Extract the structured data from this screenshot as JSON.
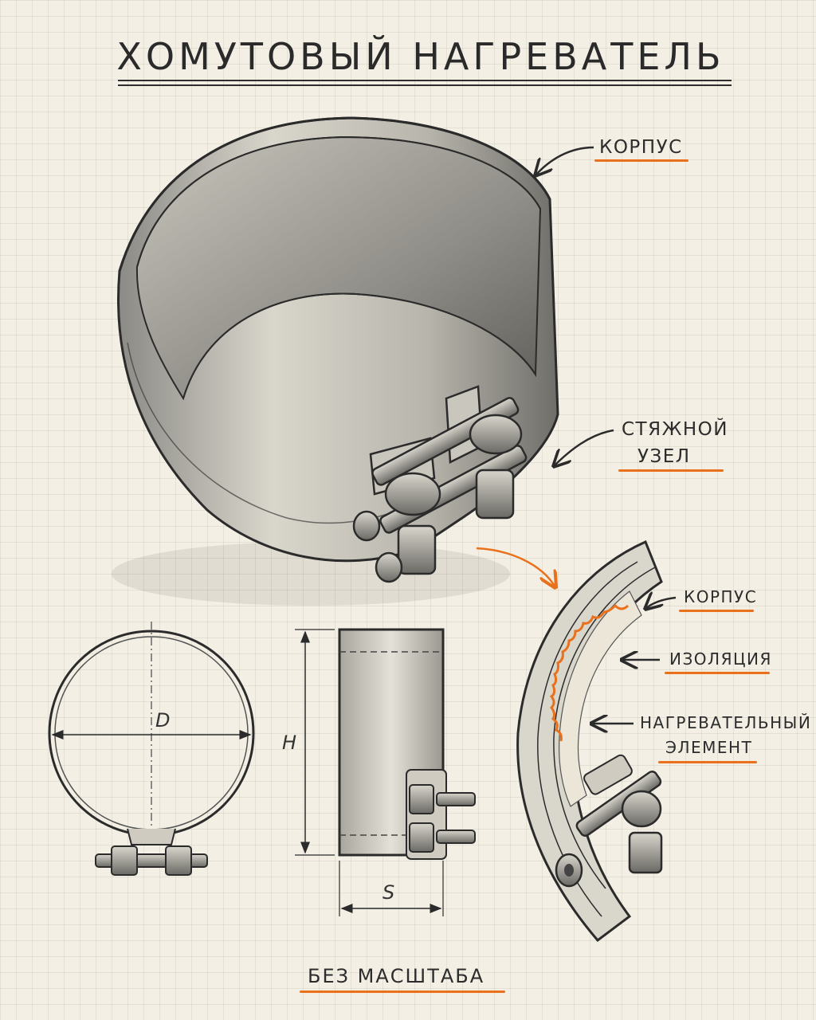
{
  "title": "ХОМУТОВЫЙ НАГРЕВАТЕЛЬ",
  "labels": {
    "main_body": "КОРПУС",
    "clamp_assembly_line1": "СТЯЖНОЙ",
    "clamp_assembly_line2": "УЗЕЛ",
    "detail_body": "КОРПУС",
    "detail_insulation": "ИЗОЛЯЦИЯ",
    "detail_heater_line1": "НАГРЕВАТЕЛЬНЫЙ",
    "detail_heater_line2": "ЭЛЕМЕНТ"
  },
  "dimensions": {
    "diameter": "D",
    "height": "H",
    "width": "S"
  },
  "footer": "БЕЗ МАСШТАБА",
  "colors": {
    "accent": "#e9711c",
    "ink": "#2b2b2b",
    "paper": "#f3efe4"
  }
}
